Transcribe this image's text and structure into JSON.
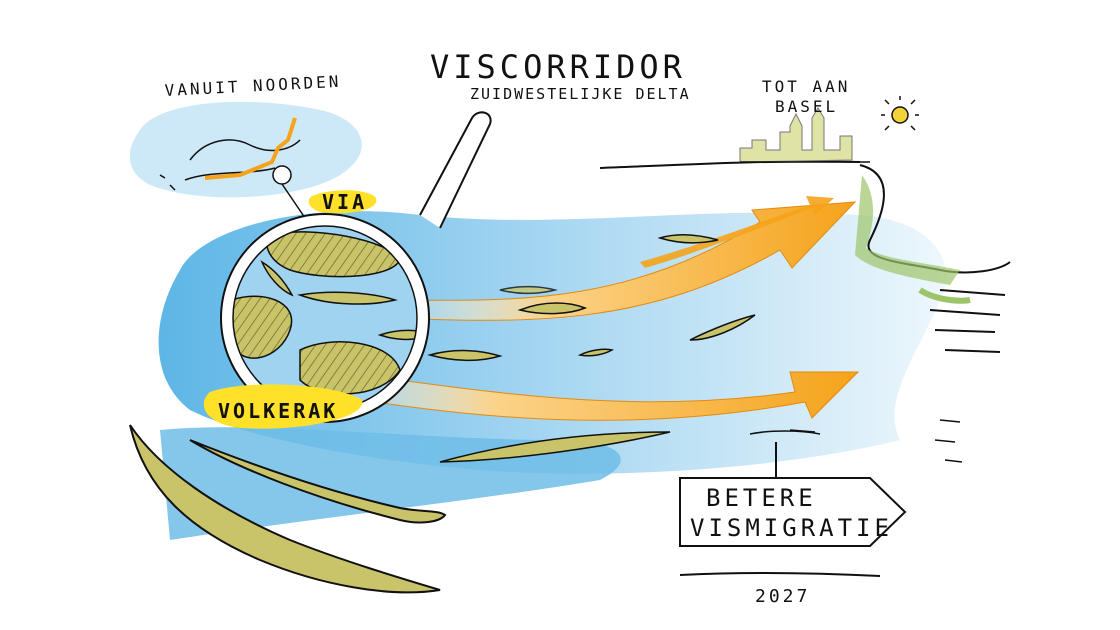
{
  "illustration": {
    "title": "VISCORRIDOR",
    "subtitle": "ZUIDWESTELIJKE DELTA",
    "origin_label": "VANUIT NOORDEN",
    "destination_label_line1": "TOT AAN",
    "destination_label_line2": "BASEL",
    "via_label": "VIA",
    "location_label": "VOLKERAK",
    "sign_line1": "BETERE",
    "sign_line2": "VISMIGRATIE",
    "year": "2027"
  },
  "colors": {
    "water": "#7cc4ea",
    "water_light": "#cde9f7",
    "land": "#c9c46a",
    "arrow": "#f5a31a",
    "highlight": "#ffe12a",
    "ink": "#111111",
    "sun": "#f2d33a",
    "greenery": "#9cc56a"
  },
  "icons": [
    "magnifying-glass-icon",
    "europe-map-icon",
    "sun-icon",
    "city-skyline-icon",
    "signpost-icon",
    "fish-icon"
  ]
}
